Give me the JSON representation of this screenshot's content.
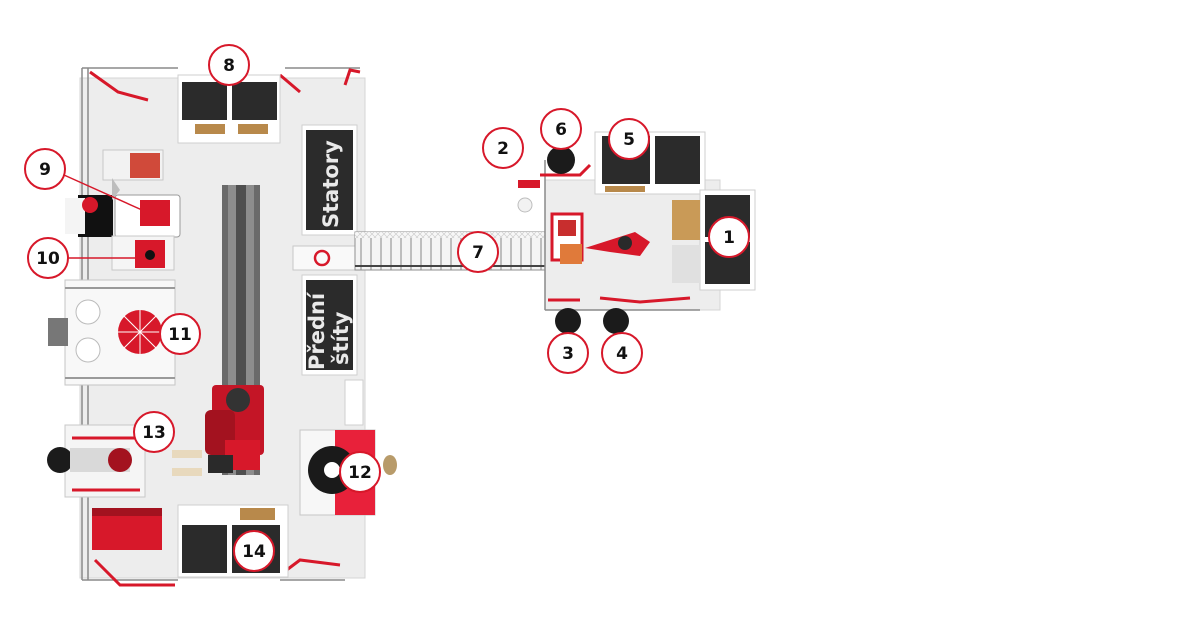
{
  "signs": {
    "stators": "Statory",
    "front_line1": "Přední",
    "front_line2": "štíty"
  },
  "callouts": [
    "1",
    "2",
    "3",
    "4",
    "5",
    "6",
    "7",
    "8",
    "9",
    "10",
    "11",
    "12",
    "13",
    "14"
  ],
  "colors": {
    "accent_red": "#d7182a",
    "dark_red": "#a3121f",
    "floor": "#ececec",
    "cabinet": "#2b2b2b",
    "rail": "#555555"
  }
}
